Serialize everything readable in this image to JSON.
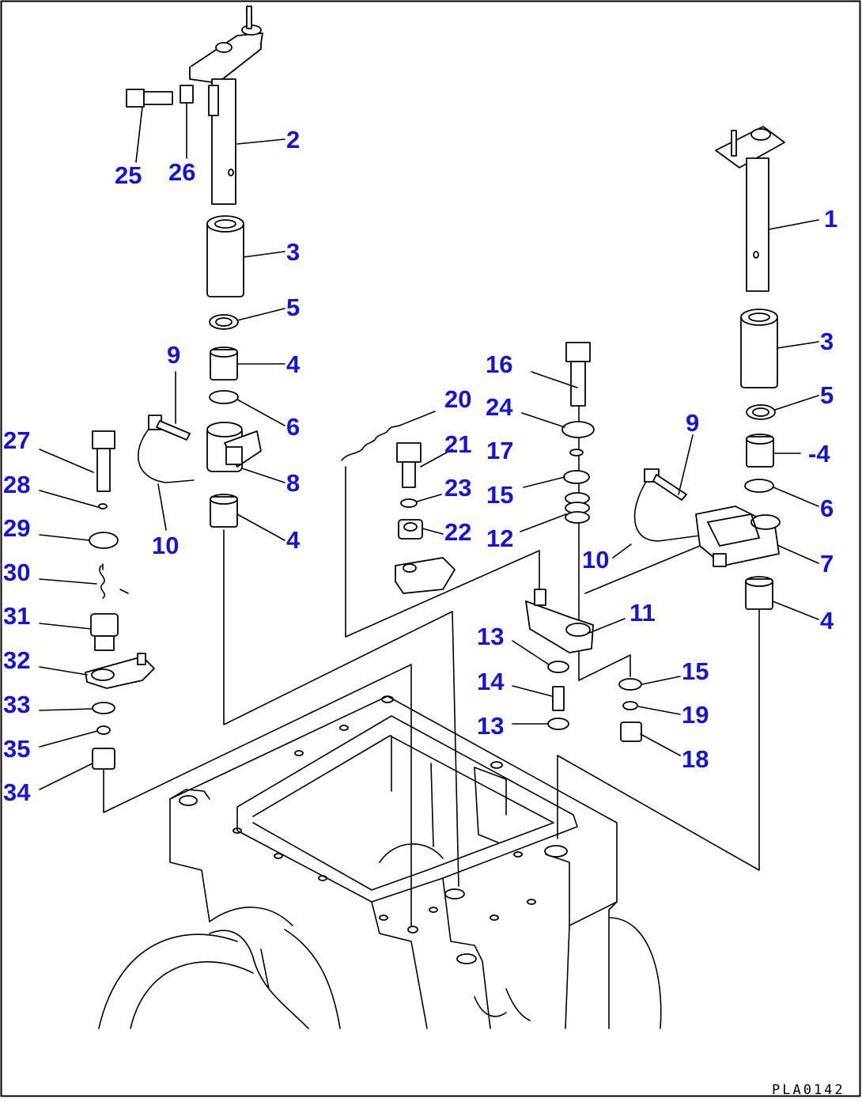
{
  "colors": {
    "callout": "#1414d2",
    "line": "#000000",
    "background": "#ffffff",
    "border": "#000000"
  },
  "diagram_code": "PLA0142",
  "callouts": [
    {
      "id": "c1",
      "text": "1"
    },
    {
      "id": "c2",
      "text": "2"
    },
    {
      "id": "c3a",
      "text": "3"
    },
    {
      "id": "c3b",
      "text": "3"
    },
    {
      "id": "c4a",
      "text": "4"
    },
    {
      "id": "c4b",
      "text": "4"
    },
    {
      "id": "c4c",
      "text": "-4"
    },
    {
      "id": "c4d",
      "text": "4"
    },
    {
      "id": "c5a",
      "text": "5"
    },
    {
      "id": "c5b",
      "text": "5"
    },
    {
      "id": "c6a",
      "text": "6"
    },
    {
      "id": "c6b",
      "text": "6"
    },
    {
      "id": "c7",
      "text": "7"
    },
    {
      "id": "c8",
      "text": "8"
    },
    {
      "id": "c9a",
      "text": "9"
    },
    {
      "id": "c9b",
      "text": "9"
    },
    {
      "id": "c10a",
      "text": "10"
    },
    {
      "id": "c10b",
      "text": "10"
    },
    {
      "id": "c11",
      "text": "11"
    },
    {
      "id": "c12",
      "text": "12"
    },
    {
      "id": "c13a",
      "text": "13"
    },
    {
      "id": "c13b",
      "text": "13"
    },
    {
      "id": "c14",
      "text": "14"
    },
    {
      "id": "c15a",
      "text": "15"
    },
    {
      "id": "c15b",
      "text": "15"
    },
    {
      "id": "c16",
      "text": "16"
    },
    {
      "id": "c17",
      "text": "17"
    },
    {
      "id": "c18",
      "text": "18"
    },
    {
      "id": "c19",
      "text": "19"
    },
    {
      "id": "c20",
      "text": "20"
    },
    {
      "id": "c21",
      "text": "21"
    },
    {
      "id": "c22",
      "text": "22"
    },
    {
      "id": "c23",
      "text": "23"
    },
    {
      "id": "c24",
      "text": "24"
    },
    {
      "id": "c25",
      "text": "25"
    },
    {
      "id": "c26",
      "text": "26"
    },
    {
      "id": "c27",
      "text": "27"
    },
    {
      "id": "c28",
      "text": "28"
    },
    {
      "id": "c29",
      "text": "29"
    },
    {
      "id": "c30",
      "text": "30"
    },
    {
      "id": "c31",
      "text": "31"
    },
    {
      "id": "c32",
      "text": "32"
    },
    {
      "id": "c33",
      "text": "33"
    },
    {
      "id": "c34",
      "text": "34"
    },
    {
      "id": "c35",
      "text": "35"
    }
  ]
}
